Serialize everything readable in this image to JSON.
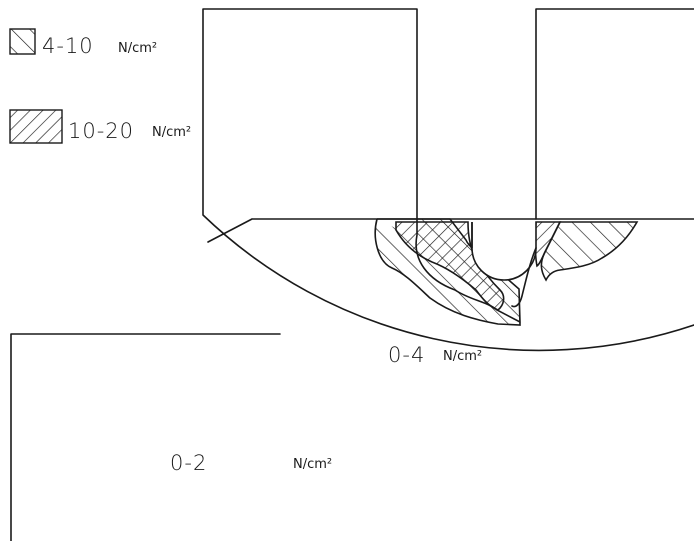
{
  "legend": [
    {
      "range": "4-10",
      "unit": "N/cm²",
      "pattern": "hatch-forward"
    },
    {
      "range": "10-20",
      "unit": "N/cm²",
      "pattern": "hatch-backward"
    }
  ],
  "zones": {
    "blade_range": "0-4",
    "blade_unit": "N/cm²",
    "base_range": "0-2",
    "base_unit": "N/cm²"
  },
  "colors": {
    "ink": "#1a1a1a",
    "background": "#ffffff"
  }
}
